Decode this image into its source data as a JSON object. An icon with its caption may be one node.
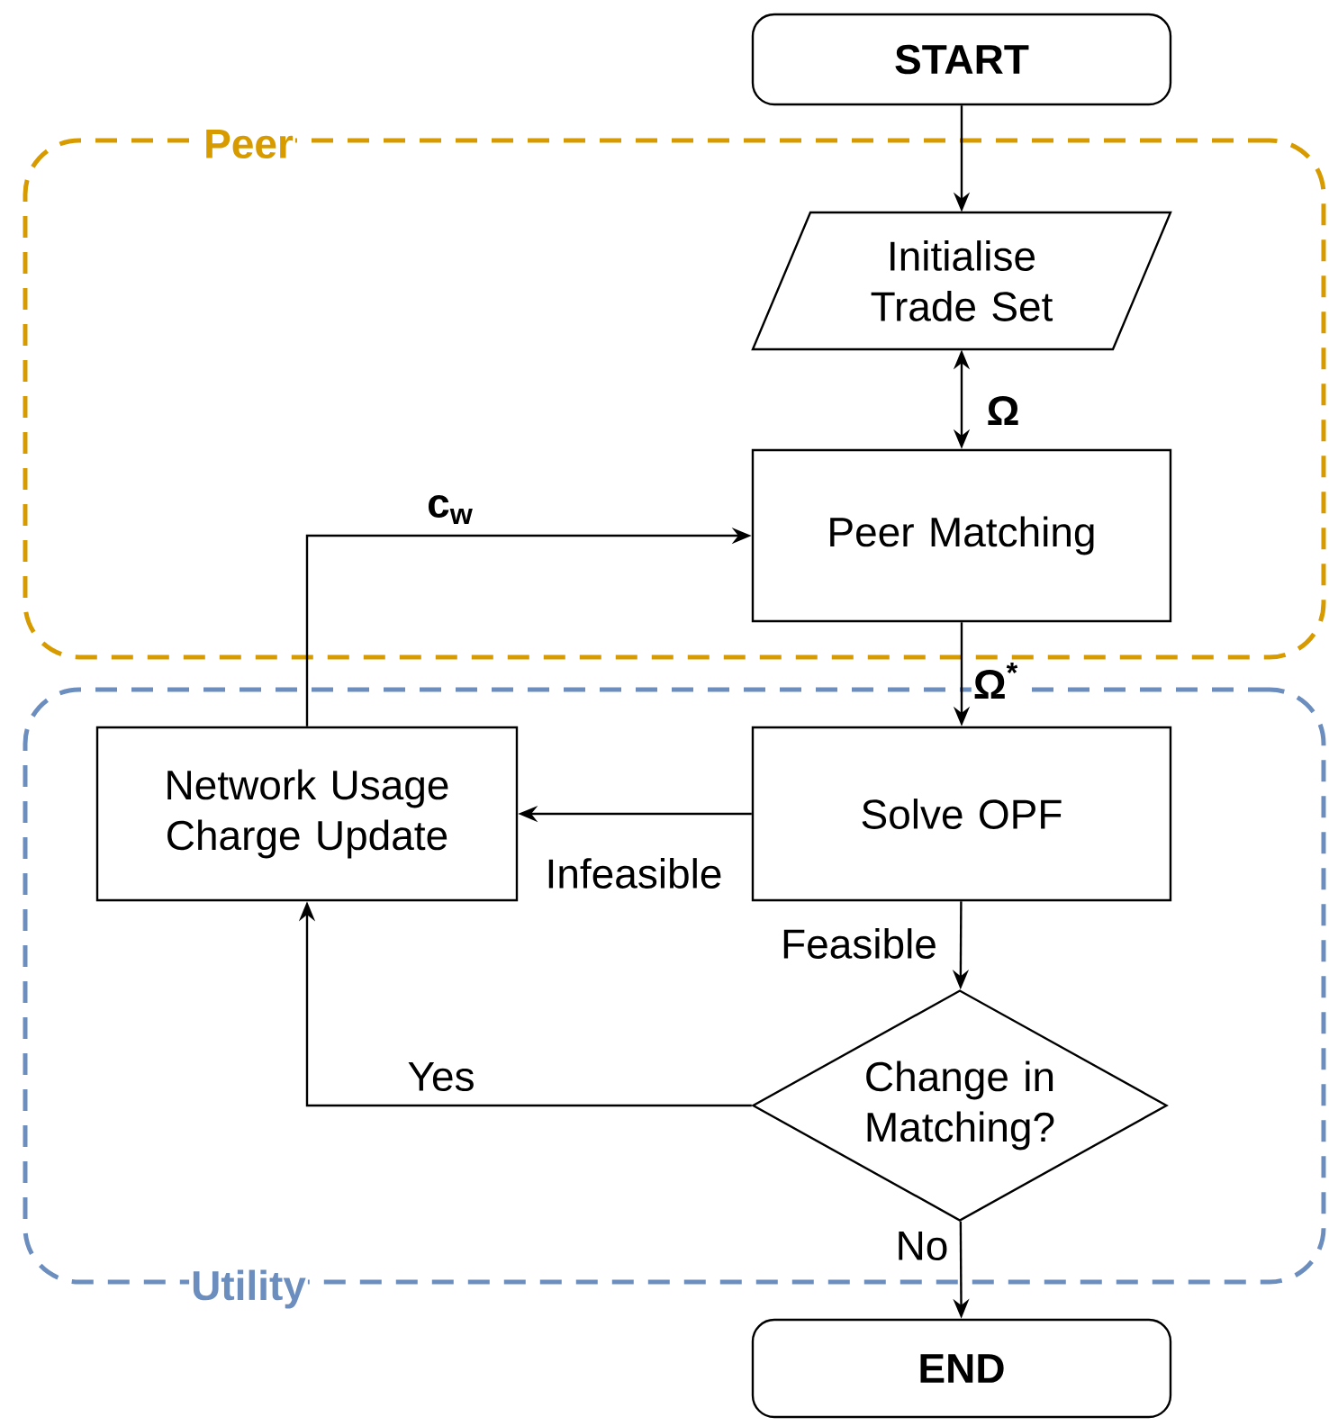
{
  "diagram": {
    "nodes": [
      {
        "text": [
          "Peer"
        ]
      },
      {
        "text": [
          "Utility"
        ]
      },
      {
        "text": [
          "START"
        ]
      },
      {
        "text": [
          "Initialise Trade Set"
        ],
        "in": 0
      },
      {
        "text": [
          "Peer Matching"
        ],
        "in": 0
      },
      {
        "text": [
          "Solve OPF"
        ],
        "in": 1
      },
      {
        "text": [
          "Network Usage Charge Update"
        ],
        "in": 1
      },
      {
        "text": [
          "Change in Matching?"
        ],
        "in": 1
      },
      {
        "text": [
          "END"
        ]
      }
    ],
    "edges": [
      {
        "from": 2,
        "to": 3,
        "arrow": "to"
      },
      {
        "from": 3,
        "to": 4,
        "arrow": "both",
        "label": "Ω"
      },
      {
        "from": 4,
        "to": 5,
        "arrow": "to",
        "label": "Ω$^{*}$"
      },
      {
        "from": 5,
        "to": 6,
        "arrow": "to",
        "label": "Infeasible"
      },
      {
        "from": 5,
        "to": 7,
        "arrow": "to",
        "label": "Feasible"
      },
      {
        "from": 7,
        "to": 6,
        "arrow": "to",
        "label": "Yes"
      },
      {
        "from": 7,
        "to": 8,
        "arrow": "to",
        "label": "No"
      },
      {
        "from": 6,
        "to": 4,
        "arrow": "to",
        "label": "c$_{w}$"
      }
    ]
  }
}
